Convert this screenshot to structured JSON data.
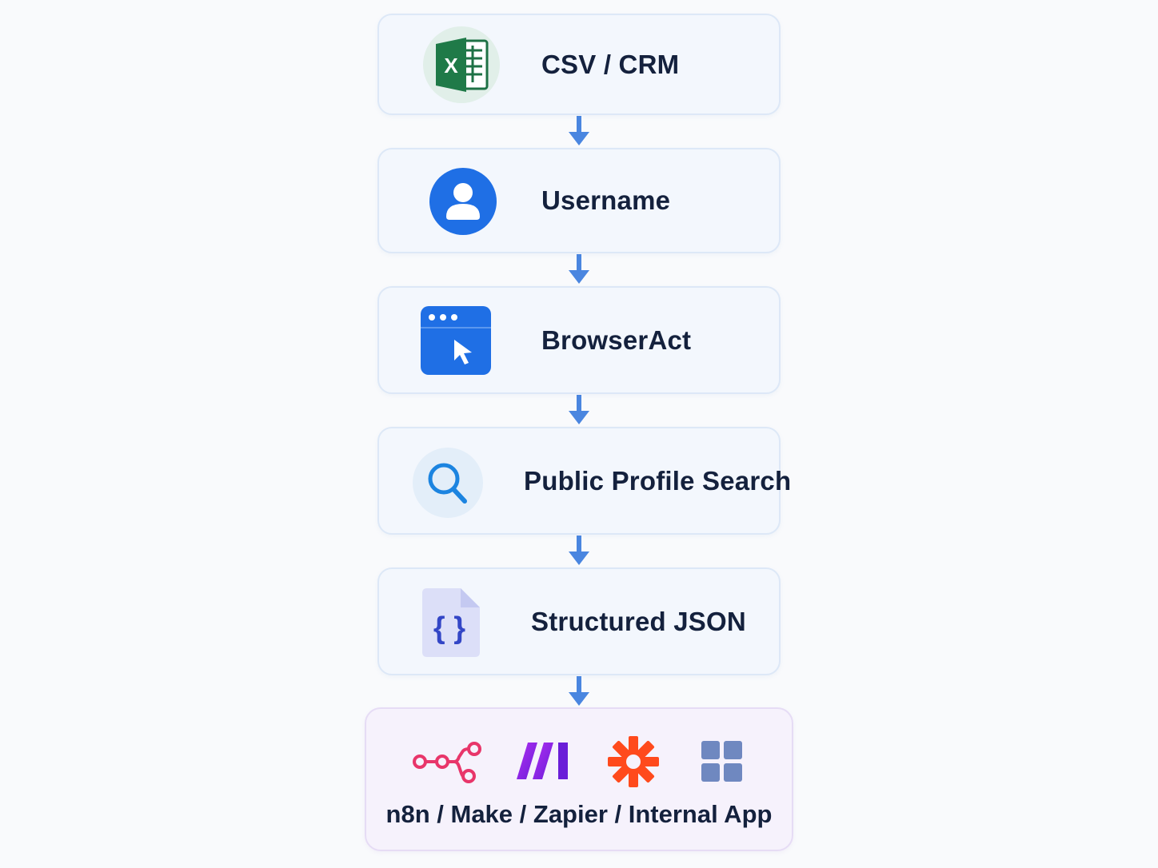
{
  "steps": [
    {
      "label": "CSV / CRM",
      "icon": "excel-icon"
    },
    {
      "label": "Username",
      "icon": "user-icon"
    },
    {
      "label": "BrowserAct",
      "icon": "browser-cursor-icon"
    },
    {
      "label": "Public Profile Search",
      "icon": "search-icon"
    },
    {
      "label": "Structured JSON",
      "icon": "json-file-icon"
    }
  ],
  "destination": {
    "label": "n8n / Make / Zapier / Internal App",
    "icons": [
      "n8n-icon",
      "make-icon",
      "zapier-icon",
      "internal-app-icon"
    ]
  },
  "colors": {
    "arrow": "#4a86e0",
    "text": "#14213d",
    "card_bg": "#f3f7fd",
    "dest_bg": "#f6f2fc"
  }
}
